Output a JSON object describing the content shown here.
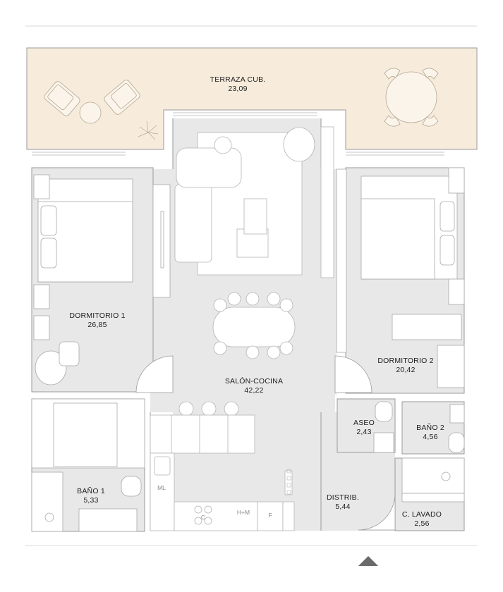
{
  "colors": {
    "terrace": "#f7ecdc",
    "floor": "#e8e8e8",
    "wall": "#ffffff",
    "outline": "#9a9a9a",
    "furniture": "#ffffff",
    "text": "#1e1e1e"
  },
  "rooms": [
    {
      "id": "terraza",
      "name": "TERRAZA CUB.",
      "area": "23,09"
    },
    {
      "id": "dormitorio1",
      "name": "DORMITORIO 1",
      "area": "26,85"
    },
    {
      "id": "salon",
      "name": "SALÓN-COCINA",
      "area": "42,22"
    },
    {
      "id": "dormitorio2",
      "name": "DORMITORIO 2",
      "area": "20,42"
    },
    {
      "id": "aseo",
      "name": "ASEO",
      "area": "2,43"
    },
    {
      "id": "bano2",
      "name": "BAÑO 2",
      "area": "4,56"
    },
    {
      "id": "bano1",
      "name": "BAÑO 1",
      "area": "5,33"
    },
    {
      "id": "distrib",
      "name": "DISTRIB.",
      "area": "5,44"
    },
    {
      "id": "lavado",
      "name": "C. LAVADO",
      "area": "2,56"
    }
  ],
  "appliances": {
    "ml": "ML",
    "hm": "H+M",
    "c": "C",
    "f": "F"
  },
  "icons": {
    "entrance": "triangle-up-icon"
  }
}
